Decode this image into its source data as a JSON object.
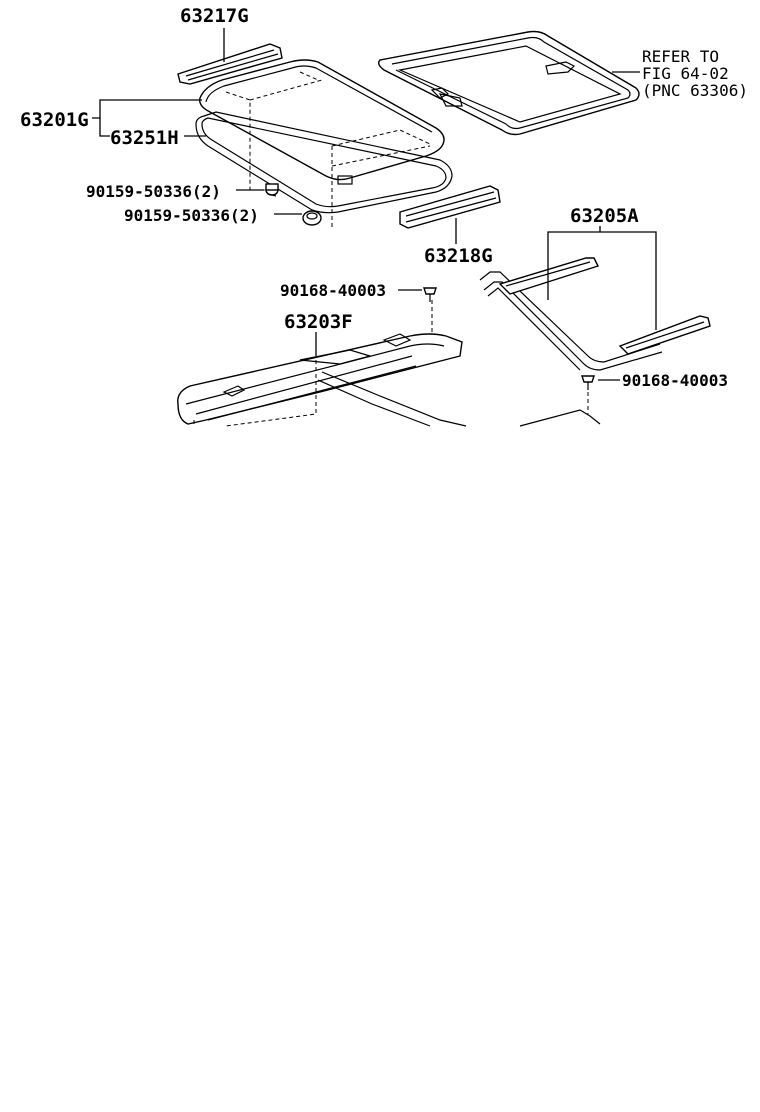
{
  "labels": {
    "p63217g": "63217G",
    "p63201g": "63201G",
    "p63251h": "63251H",
    "p90159a": "90159-50336(2)",
    "p90159b": "90159-50336(2)",
    "p63218g": "63218G",
    "p63205a": "63205A",
    "p90168a": "90168-40003",
    "p63203f": "63203F",
    "p90168b": "90168-40003"
  },
  "note": {
    "line1": "REFER TO",
    "line2": "FIG 64-02",
    "line3": "(PNC 63306)"
  },
  "icons": [
    "bolt-icon",
    "clip-icon",
    "screw-icon"
  ]
}
